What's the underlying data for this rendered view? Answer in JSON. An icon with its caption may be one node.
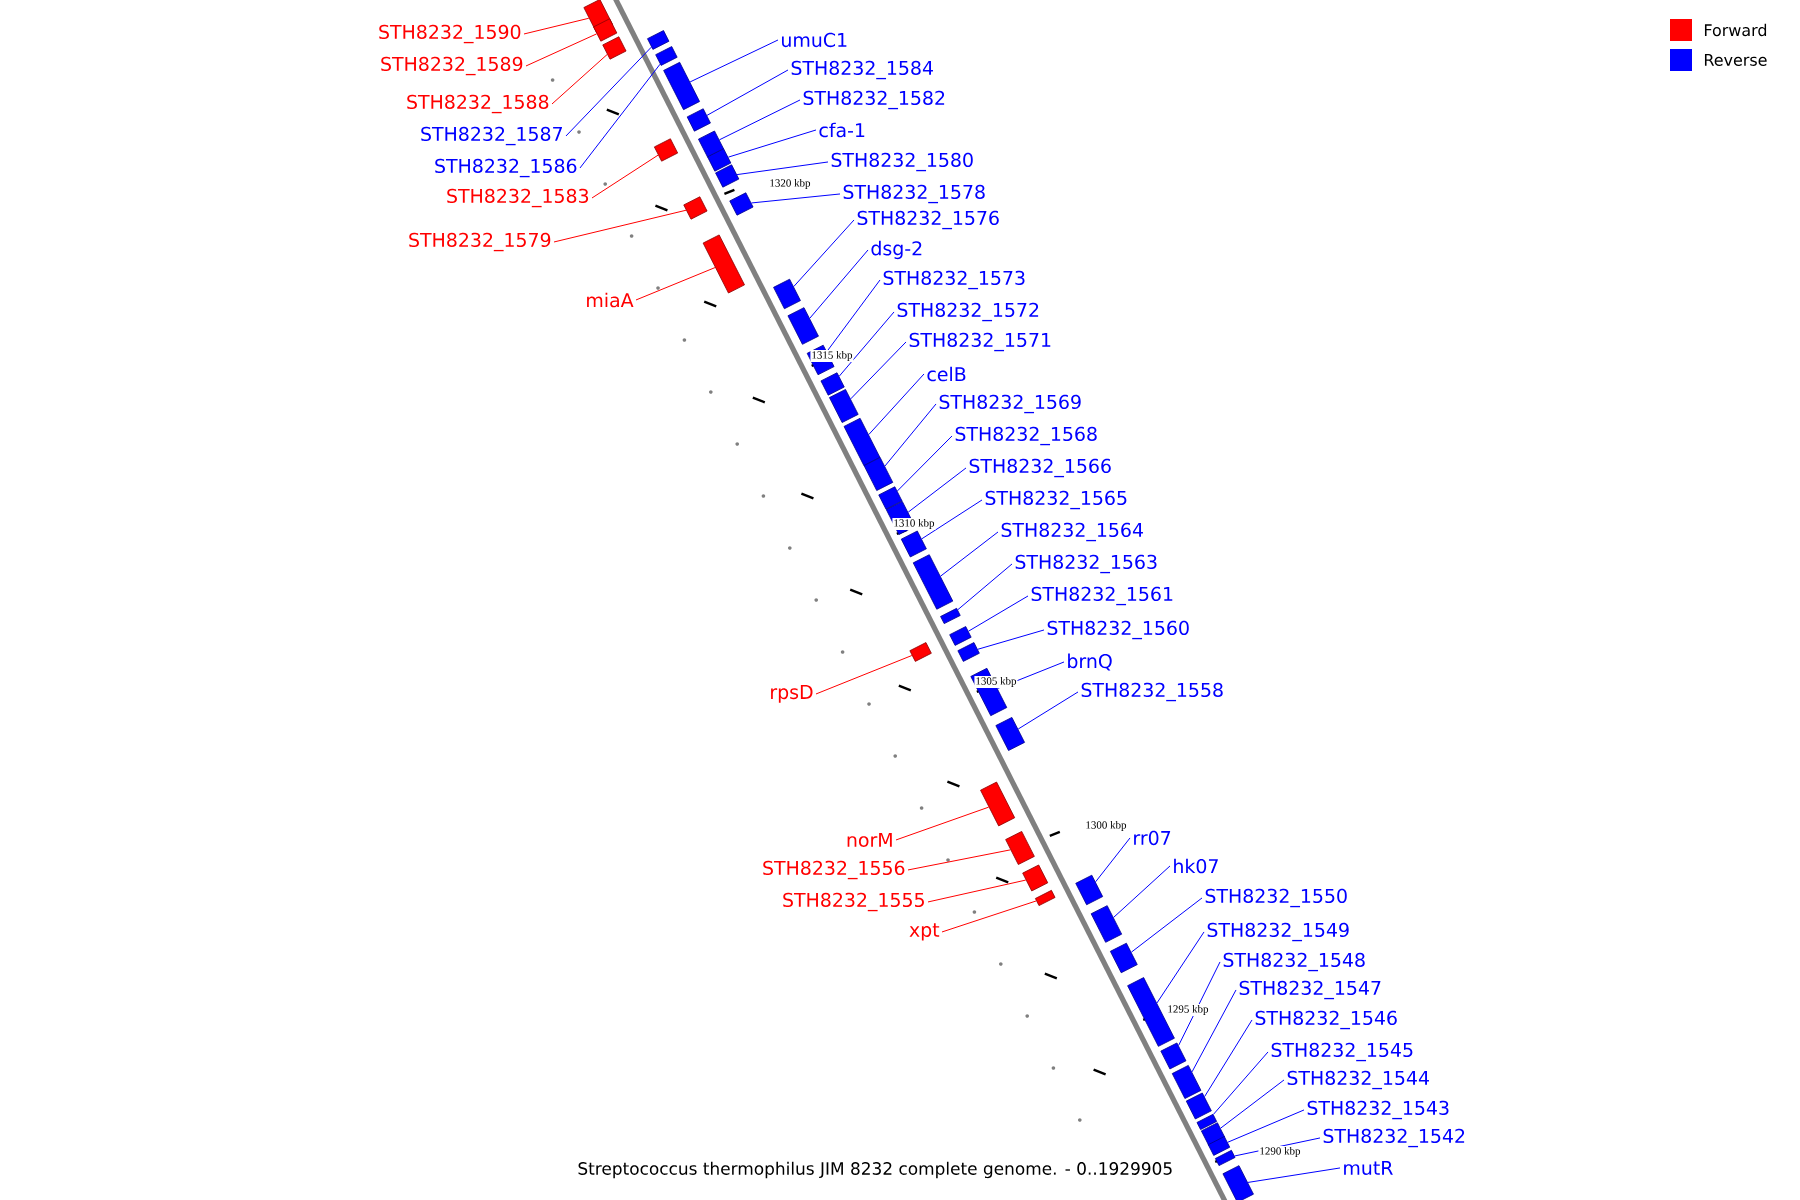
{
  "diagram": {
    "caption": "Streptococcus thermophilus JIM 8232 complete genome. - 0..1929905",
    "nodes": [
      {
        "text": [
          "STH8232_1590"
        ]
      },
      {
        "text": [],
        "shape": "box"
      },
      {
        "text": [
          "STH8232_1589"
        ]
      },
      {
        "text": [],
        "shape": "box"
      },
      {
        "text": [
          "umuC1"
        ]
      },
      {
        "text": [],
        "shape": "box"
      },
      {
        "text": [
          "STH8232_1588"
        ]
      },
      {
        "text": [],
        "shape": "box"
      },
      {
        "text": [
          "STH8232_1584"
        ]
      },
      {
        "text": [],
        "shape": "box"
      },
      {
        "text": [
          "STH8232_1582"
        ]
      },
      {
        "text": [],
        "shape": "box"
      },
      {
        "text": [
          "STH8232_1587"
        ]
      },
      {
        "text": [],
        "shape": "box"
      },
      {
        "text": [
          "cfa-1"
        ]
      },
      {
        "text": [],
        "shape": "box"
      },
      {
        "text": [
          "STH8232_1580"
        ]
      },
      {
        "text": [],
        "shape": "box"
      },
      {
        "text": [
          "STH8232_1586"
        ]
      },
      {
        "text": [],
        "shape": "box"
      },
      {
        "text": [
          "STH8232_1578"
        ]
      },
      {
        "text": [],
        "shape": "box"
      },
      {
        "text": [
          "STH8232_1583"
        ]
      },
      {
        "text": [],
        "shape": "box"
      },
      {
        "text": [
          "STH8232_1576"
        ]
      },
      {
        "text": [],
        "shape": "box"
      },
      {
        "text": [
          "STH8232_1579"
        ]
      },
      {
        "text": [],
        "shape": "box"
      },
      {
        "text": [
          "dsg-2"
        ]
      },
      {
        "text": [],
        "shape": "box"
      },
      {
        "text": [
          "STH8232_1573"
        ]
      },
      {
        "text": [],
        "shape": "box"
      },
      {
        "text": [
          "miaA"
        ]
      },
      {
        "text": [],
        "shape": "box"
      },
      {
        "text": [
          "STH8232_1572"
        ]
      },
      {
        "text": [],
        "shape": "box"
      },
      {
        "text": [
          "STH8232_1571"
        ]
      },
      {
        "text": [],
        "shape": "box"
      },
      {
        "text": [
          "celB"
        ]
      },
      {
        "text": [],
        "shape": "box"
      },
      {
        "text": [
          "STH8232_1569"
        ]
      },
      {
        "text": [],
        "shape": "box"
      },
      {
        "text": [
          "STH8232_1568"
        ]
      },
      {
        "text": [],
        "shape": "box"
      },
      {
        "text": [
          "STH8232_1566"
        ]
      },
      {
        "text": [],
        "shape": "box"
      },
      {
        "text": [
          "STH8232_1565"
        ]
      },
      {
        "text": [],
        "shape": "box"
      },
      {
        "text": [
          "STH8232_1564"
        ]
      },
      {
        "text": [],
        "shape": "box"
      },
      {
        "text": [
          "STH8232_1563"
        ]
      },
      {
        "text": [],
        "shape": "box"
      },
      {
        "text": [
          "STH8232_1561"
        ]
      },
      {
        "text": [],
        "shape": "box"
      },
      {
        "text": [
          "STH8232_1560"
        ]
      },
      {
        "text": [],
        "shape": "box"
      },
      {
        "text": [
          "brnQ"
        ]
      },
      {
        "text": [],
        "shape": "box"
      },
      {
        "text": [
          "rpsD"
        ]
      },
      {
        "text": [],
        "shape": "box"
      },
      {
        "text": [
          "STH8232_1558"
        ]
      },
      {
        "text": [],
        "shape": "box"
      },
      {
        "text": [
          "rr07"
        ]
      },
      {
        "text": [],
        "shape": "box"
      },
      {
        "text": [
          "norM"
        ]
      },
      {
        "text": [],
        "shape": "box"
      },
      {
        "text": [
          "hk07"
        ]
      },
      {
        "text": [],
        "shape": "box"
      },
      {
        "text": [
          "STH8232_1556"
        ]
      },
      {
        "text": [],
        "shape": "box"
      },
      {
        "text": [
          "STH8232_1550"
        ]
      },
      {
        "text": [],
        "shape": "box"
      },
      {
        "text": [
          "STH8232_1555"
        ]
      },
      {
        "text": [],
        "shape": "box"
      },
      {
        "text": [
          "STH8232_1549"
        ]
      },
      {
        "text": [],
        "shape": "box"
      },
      {
        "text": [
          "xpt"
        ]
      },
      {
        "text": [],
        "shape": "box"
      },
      {
        "text": [
          "STH8232_1548"
        ]
      },
      {
        "text": [],
        "shape": "box"
      },
      {
        "text": [
          "STH8232_1547"
        ]
      },
      {
        "text": [],
        "shape": "box"
      },
      {
        "text": [
          "STH8232_1546"
        ]
      },
      {
        "text": [],
        "shape": "box"
      },
      {
        "text": [
          "STH8232_1545"
        ]
      },
      {
        "text": [],
        "shape": "box"
      },
      {
        "text": [
          "STH8232_1544"
        ]
      },
      {
        "text": [],
        "shape": "box"
      },
      {
        "text": [
          "STH8232_1543"
        ]
      },
      {
        "text": [],
        "shape": "box"
      },
      {
        "text": [
          "STH8232_1542"
        ]
      },
      {
        "text": [],
        "shape": "box"
      },
      {
        "text": [
          "mutR"
        ]
      },
      {
        "text": [],
        "shape": "box"
      }
    ],
    "edges": [
      {
        "from": 0,
        "to": 1,
        "arrow": "none",
        "color": "#ff0000"
      },
      {
        "from": 2,
        "to": 3,
        "arrow": "none",
        "color": "#ff0000"
      },
      {
        "from": 4,
        "to": 5,
        "arrow": "none"
      },
      {
        "from": 6,
        "to": 7,
        "arrow": "none",
        "color": "#ff0000"
      },
      {
        "from": 8,
        "to": 9,
        "arrow": "none"
      },
      {
        "from": 10,
        "to": 11,
        "arrow": "none"
      },
      {
        "from": 12,
        "to": 13,
        "arrow": "none"
      },
      {
        "from": 14,
        "to": 15,
        "arrow": "none"
      },
      {
        "from": 16,
        "to": 17,
        "arrow": "none"
      },
      {
        "from": 18,
        "to": 19,
        "arrow": "none"
      },
      {
        "from": 20,
        "to": 21,
        "arrow": "none"
      },
      {
        "from": 22,
        "to": 23,
        "arrow": "none",
        "color": "#ff0000"
      },
      {
        "from": 24,
        "to": 25,
        "arrow": "none"
      },
      {
        "from": 26,
        "to": 27,
        "arrow": "none",
        "color": "#ff0000"
      },
      {
        "from": 28,
        "to": 29,
        "arrow": "none"
      },
      {
        "from": 30,
        "to": 31,
        "arrow": "none"
      },
      {
        "from": 32,
        "to": 33,
        "arrow": "none",
        "color": "#ff0000"
      },
      {
        "from": 34,
        "to": 35,
        "arrow": "none"
      },
      {
        "from": 36,
        "to": 37,
        "arrow": "none"
      },
      {
        "from": 38,
        "to": 39,
        "arrow": "none"
      },
      {
        "from": 40,
        "to": 41,
        "arrow": "none"
      },
      {
        "from": 42,
        "to": 43,
        "arrow": "none"
      },
      {
        "from": 44,
        "to": 45,
        "arrow": "none"
      },
      {
        "from": 46,
        "to": 47,
        "arrow": "none"
      },
      {
        "from": 48,
        "to": 49,
        "arrow": "none"
      },
      {
        "from": 50,
        "to": 51,
        "arrow": "none"
      },
      {
        "from": 52,
        "to": 53,
        "arrow": "none"
      },
      {
        "from": 54,
        "to": 55,
        "arrow": "none"
      },
      {
        "from": 56,
        "to": 57,
        "arrow": "none"
      },
      {
        "from": 58,
        "to": 59,
        "arrow": "none",
        "color": "#ff0000"
      },
      {
        "from": 60,
        "to": 61,
        "arrow": "none"
      },
      {
        "from": 62,
        "to": 63,
        "arrow": "none"
      },
      {
        "from": 64,
        "to": 65,
        "arrow": "none",
        "color": "#ff0000"
      },
      {
        "from": 66,
        "to": 67,
        "arrow": "none"
      },
      {
        "from": 68,
        "to": 69,
        "arrow": "none",
        "color": "#ff0000"
      },
      {
        "from": 70,
        "to": 71,
        "arrow": "none"
      },
      {
        "from": 72,
        "to": 73,
        "arrow": "none",
        "color": "#ff0000"
      },
      {
        "from": 74,
        "to": 75,
        "arrow": "none"
      },
      {
        "from": 76,
        "to": 77,
        "arrow": "none",
        "color": "#ff0000"
      },
      {
        "from": 78,
        "to": 79,
        "arrow": "none"
      },
      {
        "from": 80,
        "to": 81,
        "arrow": "none"
      },
      {
        "from": 82,
        "to": 83,
        "arrow": "none"
      },
      {
        "from": 84,
        "to": 85,
        "arrow": "none"
      },
      {
        "from": 86,
        "to": 87,
        "arrow": "none"
      },
      {
        "from": 88,
        "to": 89,
        "arrow": "none"
      },
      {
        "from": 90,
        "to": 91,
        "arrow": "none"
      },
      {
        "from": 92,
        "to": 93,
        "arrow": "none"
      }
    ],
    "labels": [
      "1320 kbp",
      "1315 kbp",
      "1310 kbp",
      "1305 kbp",
      "1300 kbp",
      "1295 kbp",
      "1290 kbp"
    ],
    "legend": [
      {
        "text": "Forward",
        "color": "#ff0000"
      },
      {
        "text": "Reverse",
        "color": "#0000ff"
      }
    ]
  }
}
